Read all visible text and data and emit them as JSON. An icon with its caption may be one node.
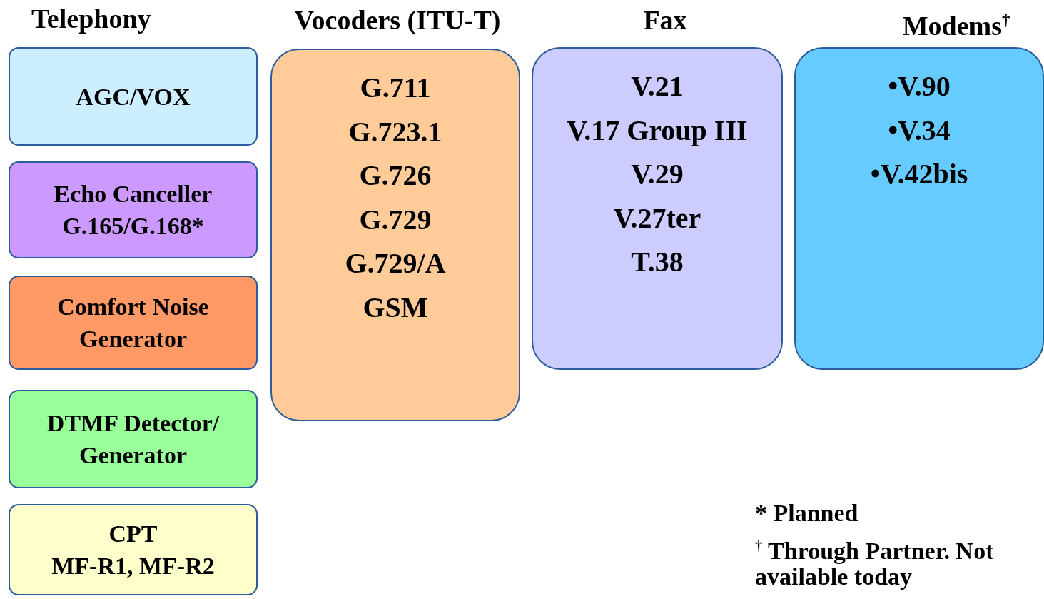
{
  "diagram": {
    "nodes": [
      {
        "text": [
          "AGC/VOX"
        ]
      },
      {
        "text": [
          "Echo Canceller",
          "G.165/G.168*"
        ]
      },
      {
        "text": [
          "Comfort Noise Generator"
        ]
      },
      {
        "text": [
          "DTMF Detector/ Generator"
        ]
      },
      {
        "text": [
          "CPT",
          "MF-R1, MF-R2"
        ]
      },
      {
        "text": [
          "Vocoders (ITU-T)",
          "G.711",
          "G.723.1",
          "G.726",
          "G.729",
          "G.729/A",
          "GSM"
        ]
      },
      {
        "text": [
          "Fax",
          "V.21",
          "V.17 Group III",
          "V.29",
          "V.27ter",
          "T.38"
        ]
      },
      {
        "text": [
          "Modems$^{†}$",
          "•V.90",
          "•V.34",
          "•V.42bis"
        ]
      }
    ],
    "labels": [
      "Telephony",
      "* Planned",
      "$^{†}$ Through Partner. Not available today"
    ]
  }
}
